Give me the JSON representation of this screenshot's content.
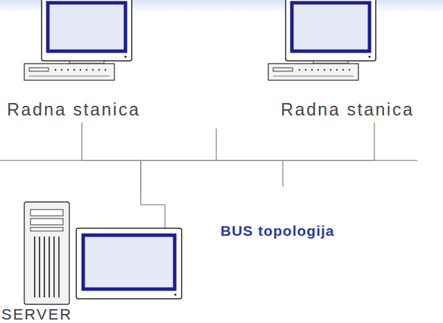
{
  "diagram": {
    "title": "BUS topologija",
    "nodes": [
      {
        "text": [
          "Radna stanica"
        ]
      },
      {
        "text": [
          "Radna stanica"
        ]
      },
      {
        "text": [
          "SERVER"
        ]
      }
    ],
    "edges": [
      {
        "from": 0,
        "to": 2,
        "arrow": "none"
      },
      {
        "from": 1,
        "to": 2,
        "arrow": "none"
      }
    ]
  }
}
